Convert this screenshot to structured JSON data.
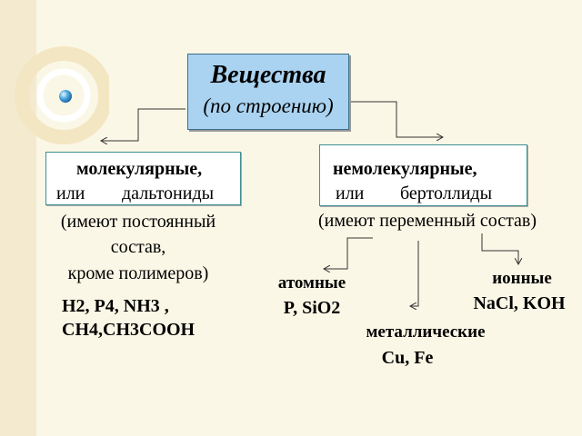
{
  "root": {
    "title": "Вещества",
    "subtitle": "(по строению)"
  },
  "molecular": {
    "title": "молекулярные,",
    "alt_word": "или",
    "alt_name": "дальтониды",
    "note_line1": "(имеют постоянный",
    "note_line2": "состав,",
    "note_line3": "кроме  полимеров)",
    "examples_line1": "H2, P4, NH3 ,",
    "examples_line2": "CH4,CH3COOH"
  },
  "nonmolecular": {
    "title": "немолекулярные,",
    "alt_word": "или",
    "alt_name": "бертоллиды",
    "note": "(имеют переменный состав)",
    "atomic": {
      "label": "атомные",
      "examples": "P, SiO2"
    },
    "metallic": {
      "label": "металлические",
      "examples": "Cu, Fe"
    },
    "ionic": {
      "label": "ионные",
      "examples": "NaCl, KOH"
    }
  },
  "colors": {
    "background": "#fbf7e6",
    "root_fill": "#aad3f1",
    "box_border": "#3f8f8f",
    "connector": "#333333"
  }
}
